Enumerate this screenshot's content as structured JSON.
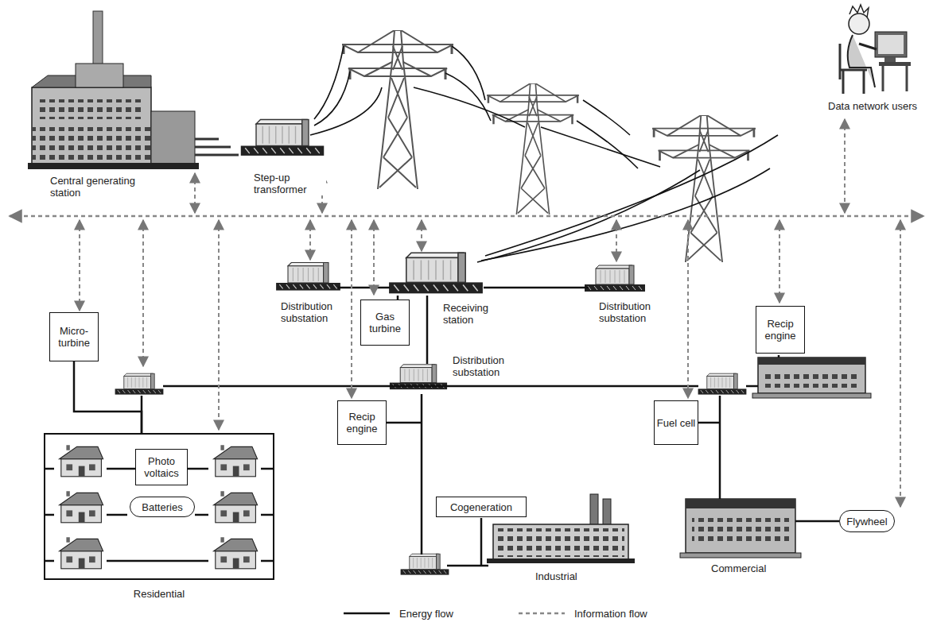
{
  "diagram": {
    "nodes": [
      {
        "text": [
          "Gas turbine"
        ]
      },
      {
        "text": [
          "Recip engine"
        ]
      },
      {
        "text": [
          "Micro- turbine"
        ]
      },
      {
        "text": [
          "Recip engine"
        ]
      },
      {
        "text": [
          "Fuel cell"
        ]
      },
      {
        "text": [
          "Residential"
        ]
      },
      {
        "text": [
          "Photo voltaics"
        ],
        "in": 5
      },
      {
        "text": [
          "Batteries"
        ],
        "in": 5
      },
      {
        "text": [
          "Cogeneration"
        ]
      },
      {
        "text": [
          "Flywheel"
        ]
      }
    ],
    "edges": [
      {
        "from": 2,
        "to": 5,
        "arrow": "none"
      }
    ],
    "labels": [
      "Central generating station",
      "Step-up transformer",
      "Data network users",
      "Distribution substation",
      "Receiving station",
      "Distribution substation",
      "Distribution substation",
      "Industrial",
      "Commercial"
    ],
    "legend": [
      {
        "text": "Energy flow"
      },
      {
        "text": "Information flow"
      }
    ]
  }
}
